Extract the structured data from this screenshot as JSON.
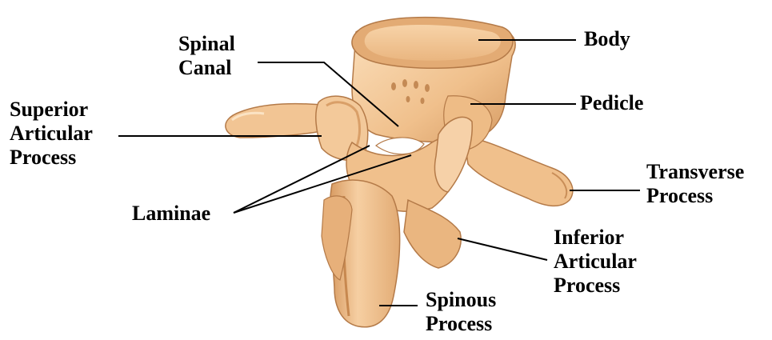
{
  "diagram": {
    "labels": {
      "body": "Body",
      "spinal_canal": [
        "Spinal",
        "Canal"
      ],
      "pedicle": "Pedicle",
      "superior_articular_process": [
        "Superior",
        "Articular",
        "Process"
      ],
      "transverse_process": [
        "Transverse",
        "Process"
      ],
      "laminae": "Laminae",
      "inferior_articular_process": [
        "Inferior",
        "Articular",
        "Process"
      ],
      "spinous_process": [
        "Spinous",
        "Process"
      ]
    },
    "colors": {
      "bone": "#f3c99a",
      "bone_shadow": "#d9a06a",
      "bone_dark": "#b87a45",
      "bone_light": "#fbe3c4",
      "leader_line": "#000000",
      "label_text": "#000000"
    }
  }
}
